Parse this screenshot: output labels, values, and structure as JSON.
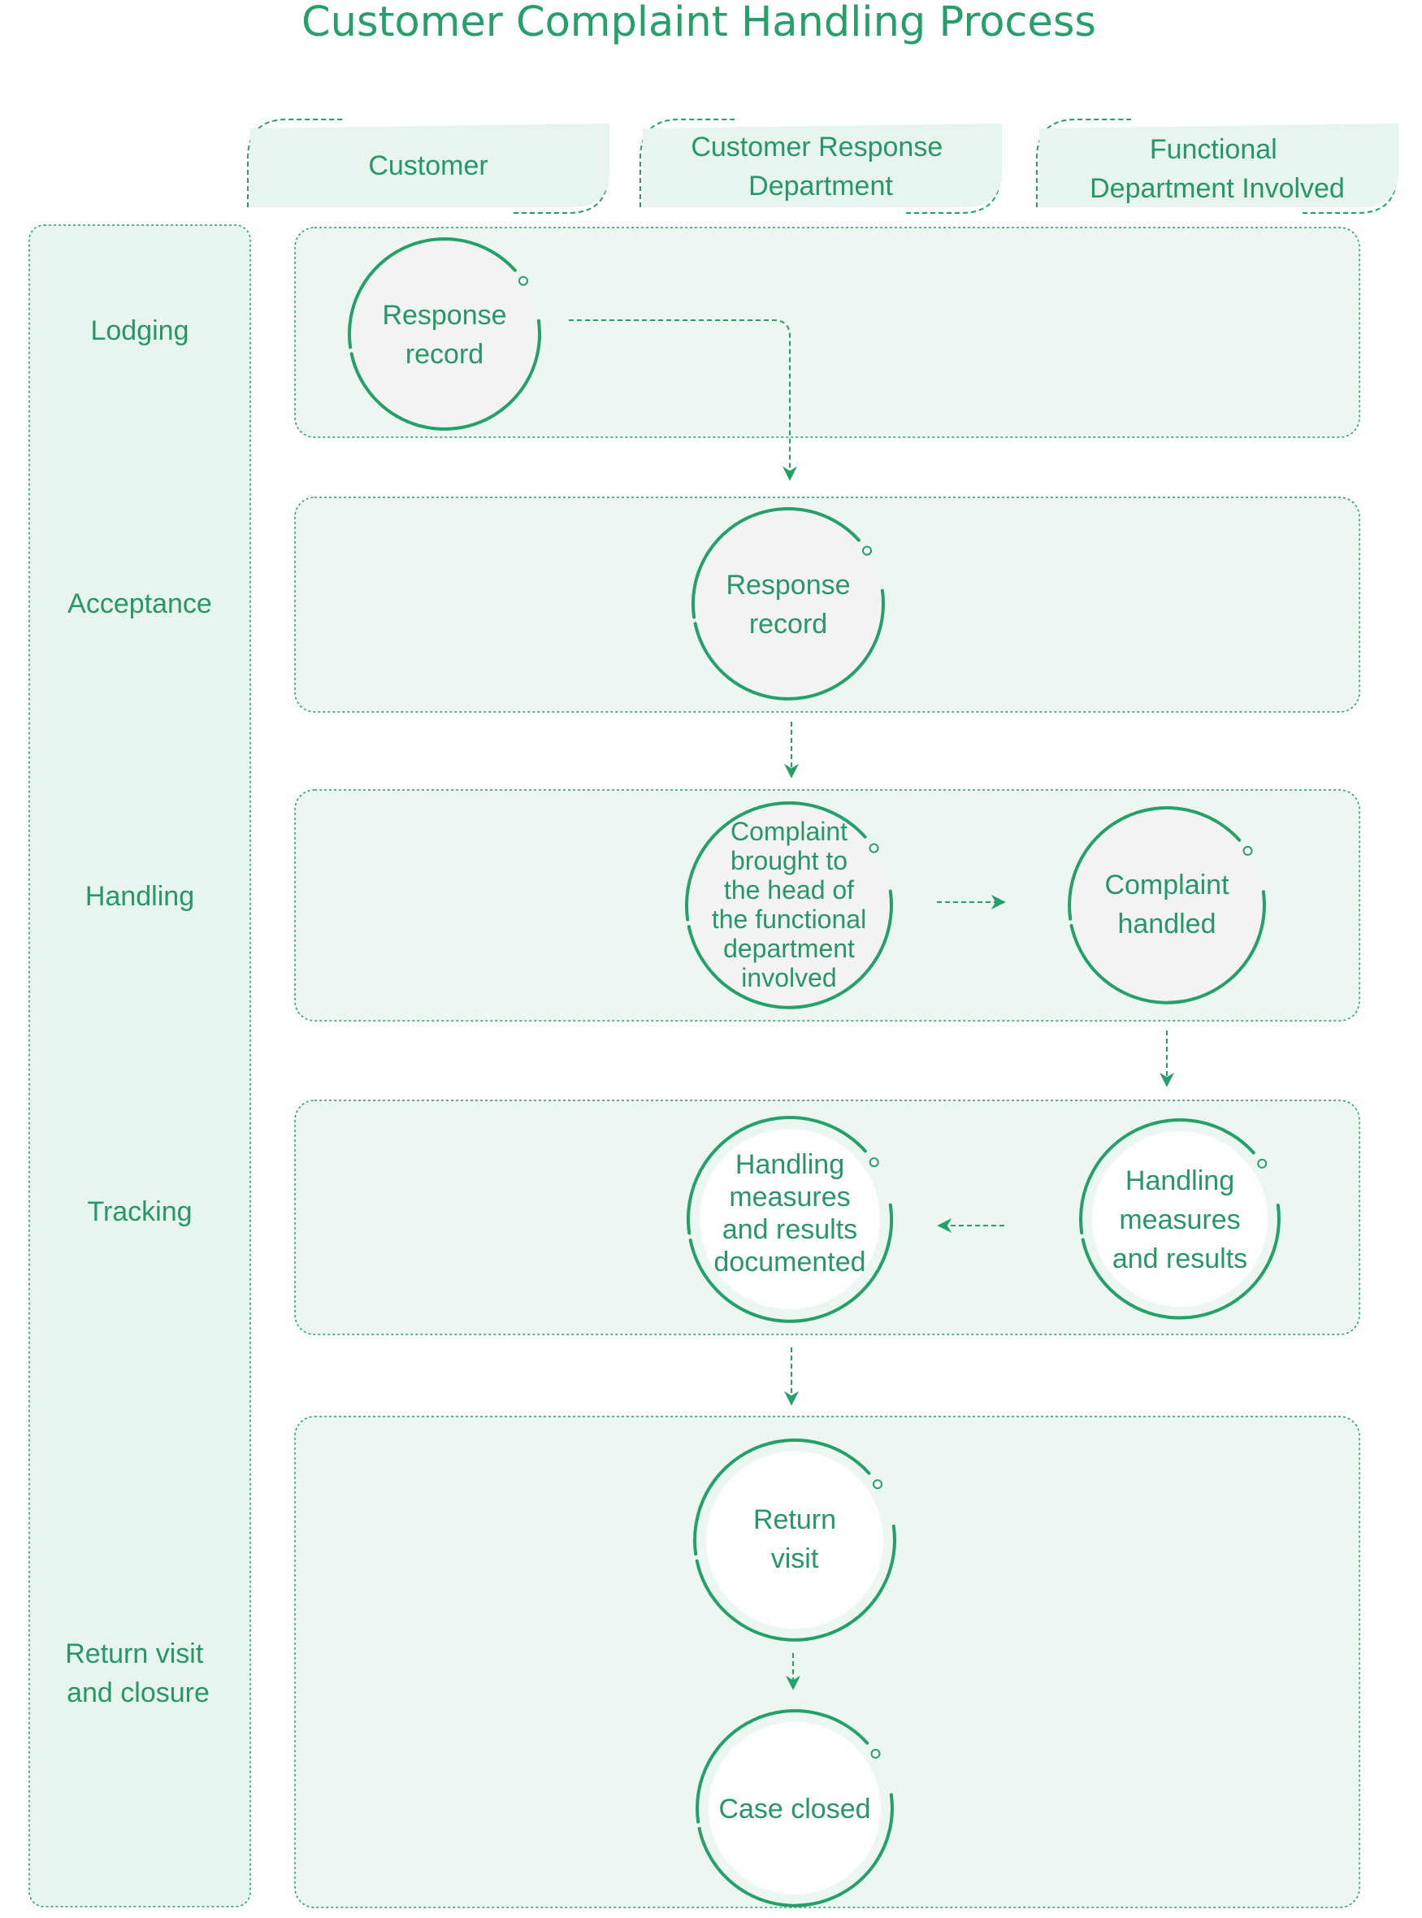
{
  "title": "Customer Complaint Handling Process",
  "columns": [
    {
      "id": "customer",
      "lines": [
        "Customer"
      ]
    },
    {
      "id": "response",
      "lines": [
        "Customer Response",
        "Department"
      ]
    },
    {
      "id": "functional",
      "lines": [
        "Functional",
        "Department Involved"
      ]
    }
  ],
  "stages": [
    {
      "id": "lodging",
      "lines": [
        "Lodging"
      ]
    },
    {
      "id": "acceptance",
      "lines": [
        "Acceptance"
      ]
    },
    {
      "id": "handling",
      "lines": [
        "Handling"
      ]
    },
    {
      "id": "tracking",
      "lines": [
        "Tracking"
      ]
    },
    {
      "id": "return",
      "lines": [
        "Return visit",
        "and closure"
      ]
    }
  ],
  "nodes": [
    {
      "id": "n1",
      "stage": "lodging",
      "column": "customer",
      "lines": [
        "Response",
        "record"
      ]
    },
    {
      "id": "n2",
      "stage": "acceptance",
      "column": "response",
      "lines": [
        "Response",
        "record"
      ]
    },
    {
      "id": "n3",
      "stage": "handling",
      "column": "response",
      "lines": [
        "Complaint",
        "brought to",
        "the head of",
        "the functional",
        "department",
        "involved"
      ]
    },
    {
      "id": "n4",
      "stage": "handling",
      "column": "functional",
      "lines": [
        "Complaint",
        "handled"
      ]
    },
    {
      "id": "n5",
      "stage": "tracking",
      "column": "functional",
      "lines": [
        "Handling",
        "measures",
        "and results"
      ]
    },
    {
      "id": "n6",
      "stage": "tracking",
      "column": "response",
      "lines": [
        "Handling",
        "measures",
        "and results",
        "documented"
      ]
    },
    {
      "id": "n7",
      "stage": "return",
      "column": "response",
      "lines": [
        "Return",
        "visit"
      ]
    },
    {
      "id": "n8",
      "stage": "return",
      "column": "response",
      "lines": [
        "Case closed"
      ]
    }
  ],
  "edges": [
    {
      "from": "n1",
      "to": "n2"
    },
    {
      "from": "n2",
      "to": "n3"
    },
    {
      "from": "n3",
      "to": "n4"
    },
    {
      "from": "n4",
      "to": "n5"
    },
    {
      "from": "n5",
      "to": "n6"
    },
    {
      "from": "n6",
      "to": "n7"
    },
    {
      "from": "n7",
      "to": "n8"
    }
  ],
  "colors": {
    "accent": "#26a06a",
    "text": "#27976a",
    "lane_fill": "#edf7f1",
    "header_fill": "#e7f5ee",
    "node_fill_gray": "#f3f3f3",
    "node_fill_white": "#ffffff"
  }
}
